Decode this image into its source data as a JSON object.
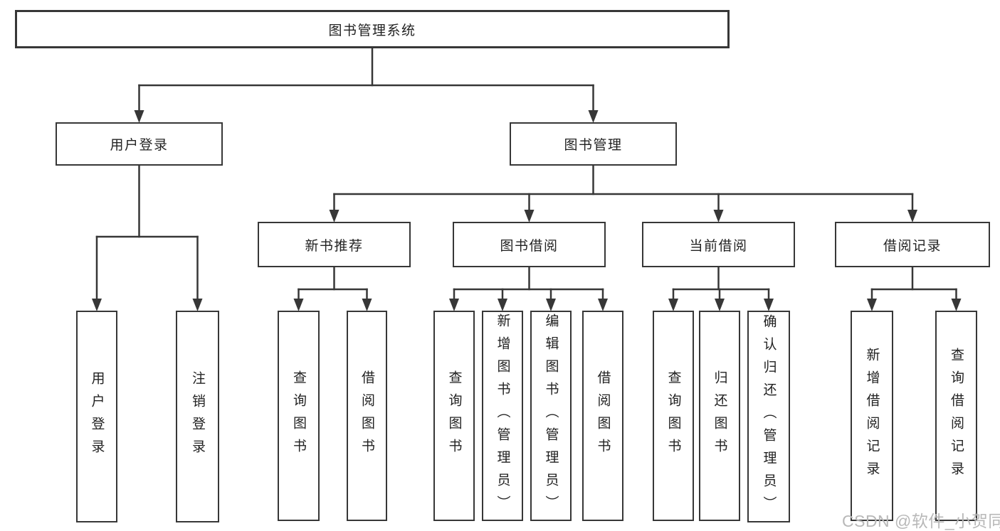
{
  "diagram": {
    "title": "图书管理系统",
    "type": "tree",
    "nodes": [
      {
        "id": "root",
        "label": "图书管理系统",
        "parent": null
      },
      {
        "id": "user-login",
        "label": "用户登录",
        "parent": "root"
      },
      {
        "id": "book-mgmt",
        "label": "图书管理",
        "parent": "root"
      },
      {
        "id": "new-book-rec",
        "label": "新书推荐",
        "parent": "book-mgmt"
      },
      {
        "id": "book-borrow",
        "label": "图书借阅",
        "parent": "book-mgmt"
      },
      {
        "id": "current-borrow",
        "label": "当前借阅",
        "parent": "book-mgmt"
      },
      {
        "id": "borrow-record",
        "label": "借阅记录",
        "parent": "book-mgmt"
      },
      {
        "id": "v-user-login",
        "label": "用户登录",
        "parent": "user-login"
      },
      {
        "id": "v-logout",
        "label": "注销登录",
        "parent": "user-login"
      },
      {
        "id": "v-query-books-1",
        "label": "查询图书",
        "parent": "new-book-rec"
      },
      {
        "id": "v-borrow-books-1",
        "label": "借阅图书",
        "parent": "new-book-rec"
      },
      {
        "id": "v-query-books-2",
        "label": "查询图书",
        "parent": "book-borrow"
      },
      {
        "id": "v-add-book",
        "label": "新增图书（管理员）",
        "parent": "book-borrow"
      },
      {
        "id": "v-edit-book",
        "label": "编辑图书（管理员）",
        "parent": "book-borrow"
      },
      {
        "id": "v-borrow-books-2",
        "label": "借阅图书",
        "parent": "book-borrow"
      },
      {
        "id": "v-query-books-3",
        "label": "查询图书",
        "parent": "current-borrow"
      },
      {
        "id": "v-return-book",
        "label": "归还图书",
        "parent": "current-borrow"
      },
      {
        "id": "v-confirm-return",
        "label": "确认归还（管理员）",
        "parent": "current-borrow"
      },
      {
        "id": "v-add-borrow-record",
        "label": "新增借阅记录",
        "parent": "borrow-record"
      },
      {
        "id": "v-query-borrow-record",
        "label": "查询借阅记录",
        "parent": "borrow-record"
      }
    ],
    "colors": {
      "line": "#373737",
      "box_border": "#373737",
      "box_background": "#ffffff",
      "text": "#222222",
      "background": "#ffffff"
    }
  },
  "watermark": {
    "text": "CSDN @软件_小贺同学",
    "color": "#b8b8b8"
  }
}
